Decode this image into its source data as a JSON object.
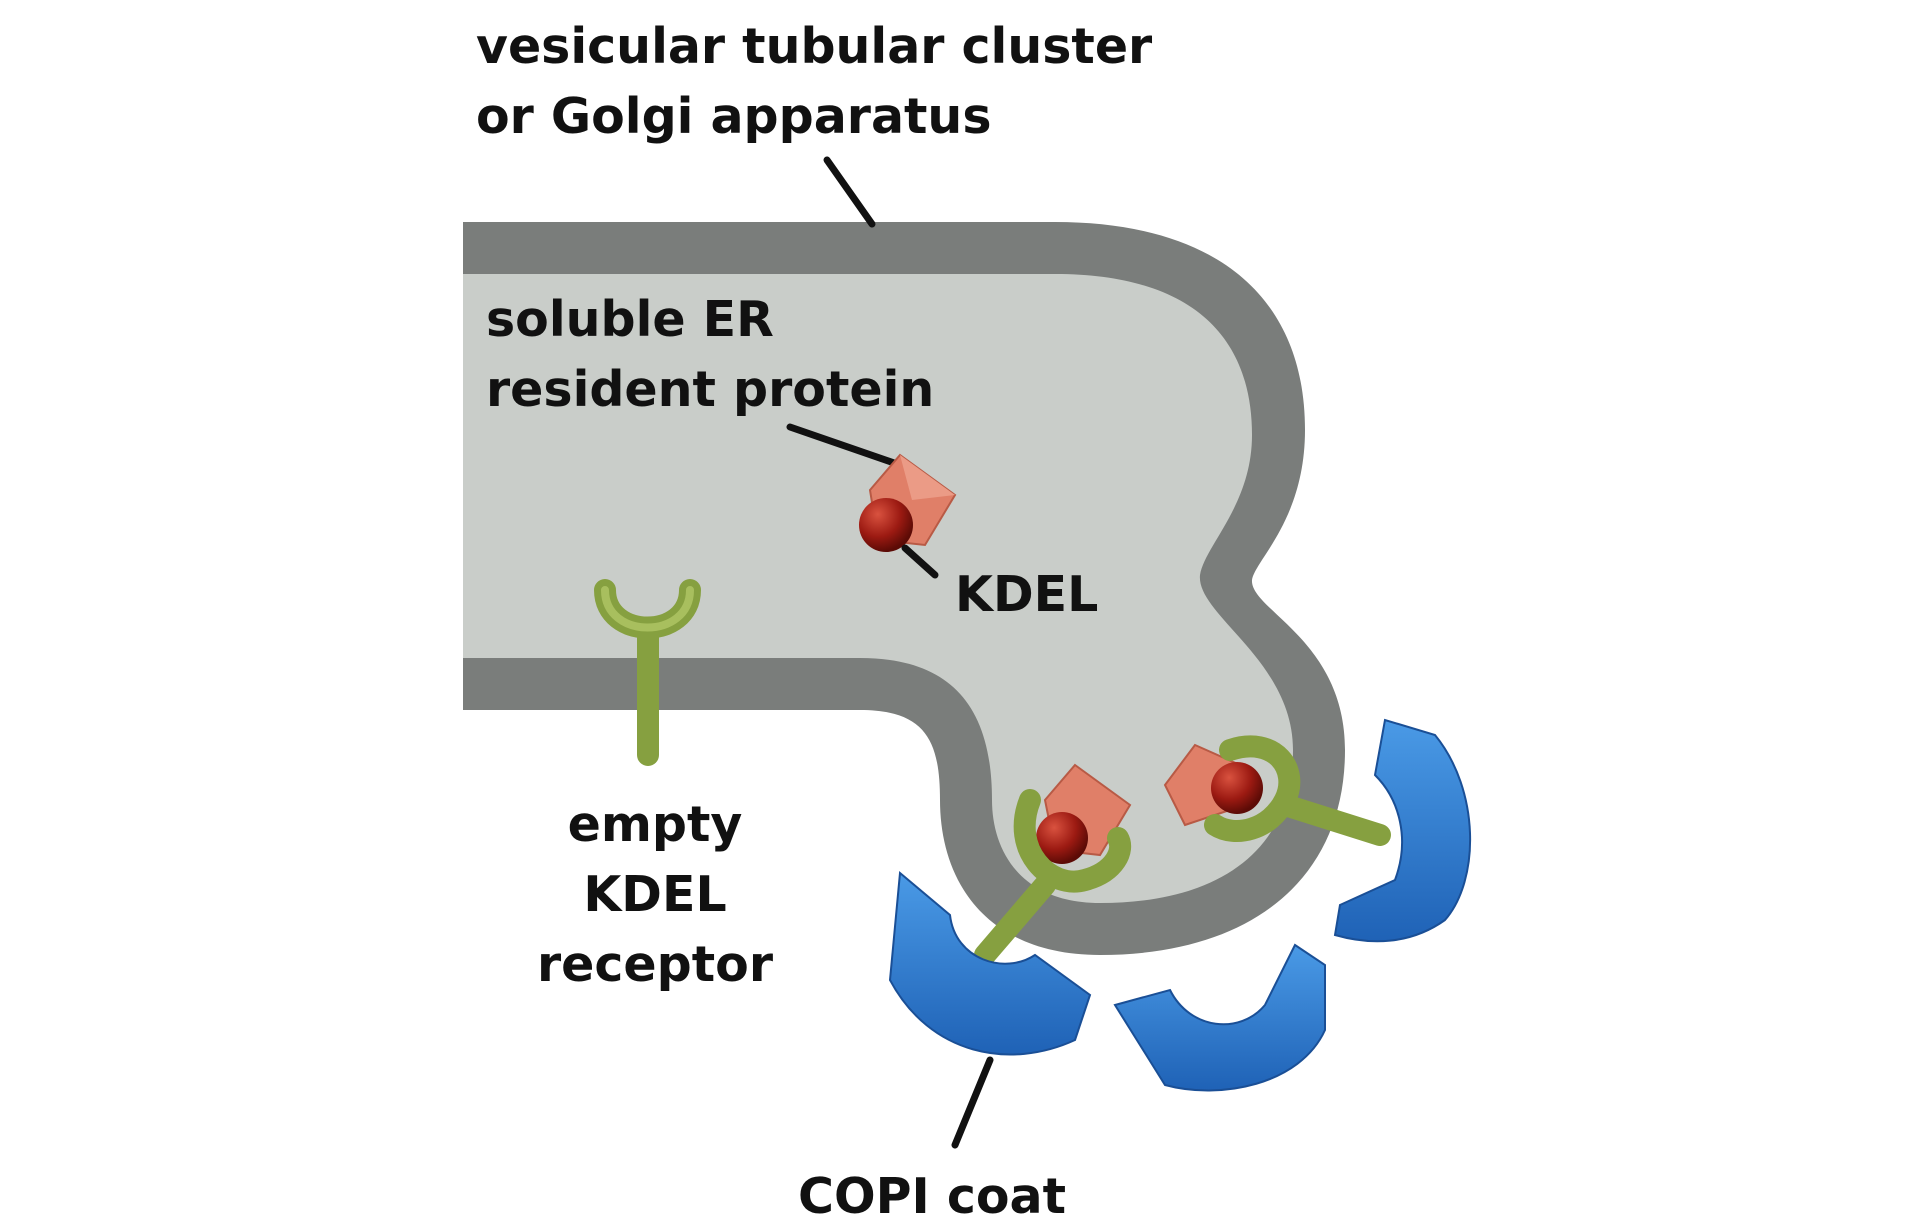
{
  "labels": {
    "golgi": "vesicular tubular cluster\nor Golgi apparatus",
    "soluble_protein": "soluble ER\nresident protein",
    "kdel": "KDEL",
    "empty_receptor": "empty\nKDEL\nreceptor",
    "copi_coat": "COPI coat"
  },
  "colors": {
    "membrane": "#7a7d7b",
    "lumen": "#c9cdc9",
    "receptor": "#86a040",
    "cargo": "#e07f68",
    "kdel_signal": "#9c1a12",
    "copi": "#2f7fd6",
    "leader_line": "#111111"
  },
  "icons": [
    "receptor-y-shape",
    "kdel-sphere",
    "cargo-pentagon",
    "copi-subunit"
  ]
}
